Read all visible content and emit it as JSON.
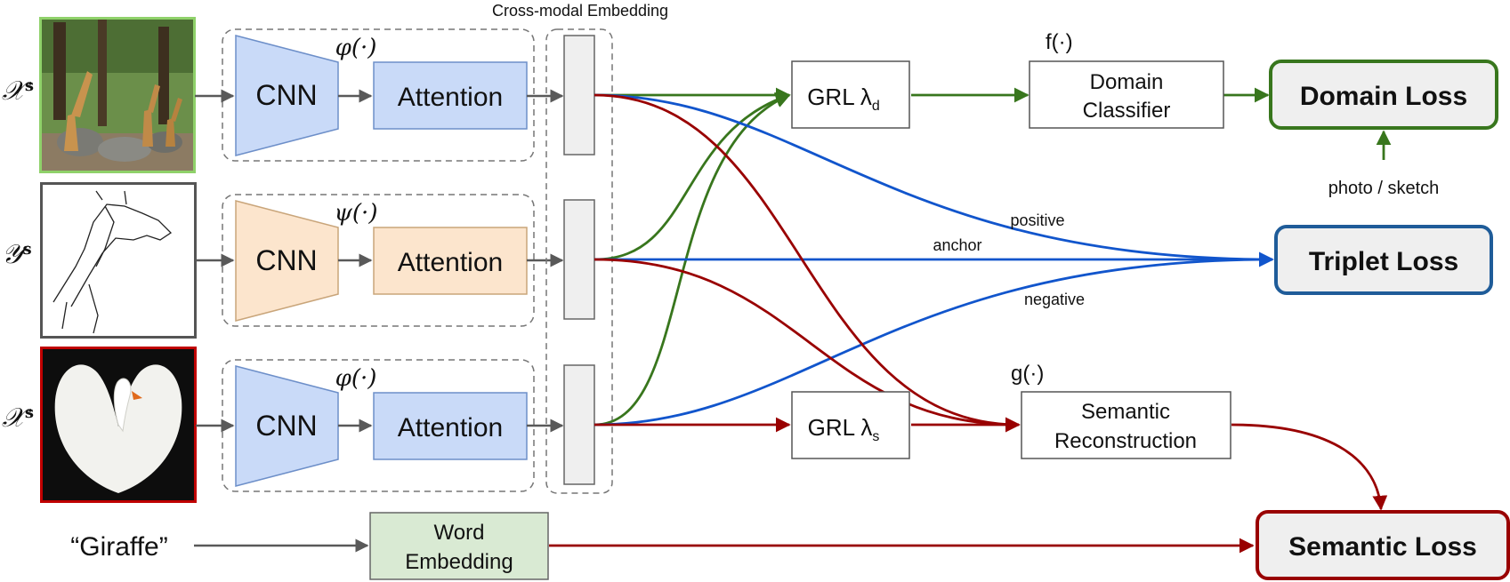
{
  "title": "Cross-modal Embedding",
  "inputs": [
    {
      "label_main": "𝒳",
      "label_sup": "s",
      "kind": "photo-giraffe",
      "border_color": "#8fd16a"
    },
    {
      "label_main": "𝒴",
      "label_sup": "s",
      "kind": "sketch-giraffe",
      "border_color": "#555555"
    },
    {
      "label_main": "𝒳",
      "label_sup": "s",
      "kind": "photo-swan",
      "border_color": "#c00000"
    }
  ],
  "branches": [
    {
      "func": "φ(·)",
      "cnn": "CNN",
      "attention": "Attention",
      "color": "#c9daf8",
      "stroke": "#6d8fc9"
    },
    {
      "func": "ψ(·)",
      "cnn": "CNN",
      "attention": "Attention",
      "color": "#fce5cd",
      "stroke": "#c9a57a"
    },
    {
      "func": "φ(·)",
      "cnn": "CNN",
      "attention": "Attention",
      "color": "#c9daf8",
      "stroke": "#6d8fc9"
    }
  ],
  "grl_d": {
    "main": "GRL λ",
    "sub": "d"
  },
  "grl_s": {
    "main": "GRL λ",
    "sub": "s"
  },
  "domain_func": "f(·)",
  "domain_classifier": [
    "Domain",
    "Classifier"
  ],
  "semantic_func": "g(·)",
  "semantic_reconstruction": [
    "Semantic",
    "Reconstruction"
  ],
  "losses": {
    "domain": "Domain Loss",
    "triplet": "Triplet Loss",
    "semantic": "Semantic Loss"
  },
  "photo_sketch_label": "photo / sketch",
  "triplet_labels": {
    "positive": "positive",
    "anchor": "anchor",
    "negative": "negative"
  },
  "word_input": "“Giraffe”",
  "word_embedding": [
    "Word",
    "Embedding"
  ],
  "colors": {
    "green": "#38761d",
    "blue": "#1155cc",
    "red": "#990000",
    "gray": "#595959",
    "loss_fill": "#efefef",
    "word_fill": "#d9ead3"
  }
}
